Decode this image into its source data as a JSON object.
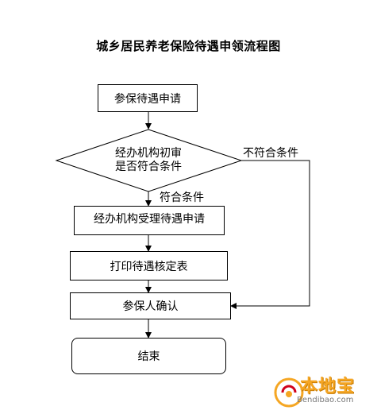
{
  "title": "城乡居民养老保险待遇申领流程图",
  "nodes": {
    "apply": "参保待遇申请",
    "review_line1": "经办机构初审",
    "review_line2": "是否符合条件",
    "accept": "经办机构受理待遇申请",
    "print": "打印待遇核定表",
    "confirm": "参保人确认",
    "end": "结束"
  },
  "edges": {
    "not_eligible": "不符合条件",
    "eligible": "符合条件"
  },
  "watermark": {
    "brand": "本地宝",
    "url": "Bendibao.com"
  }
}
